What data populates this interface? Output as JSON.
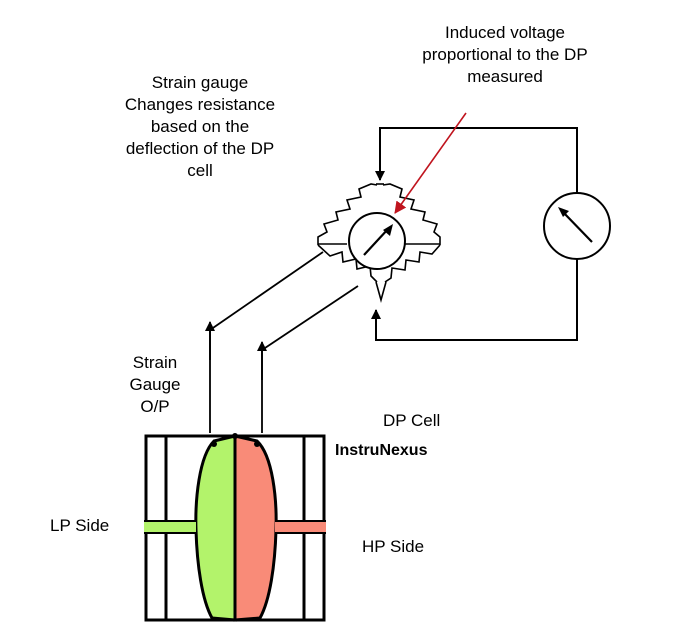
{
  "labels": {
    "induced_voltage": [
      "Induced voltage",
      "proportional to the DP",
      "measured"
    ],
    "strain_gauge_note": [
      "Strain gauge",
      "Changes resistance",
      "based on the",
      "deflection of the DP",
      "cell"
    ],
    "strain_gauge_op": [
      "Strain",
      "Gauge",
      "O/P"
    ],
    "dp_cell": "DP Cell",
    "brand": "InstruNexus",
    "lp_side": "LP Side",
    "hp_side": "HP Side"
  },
  "colors": {
    "lp_fill": "#b3f36b",
    "hp_fill": "#f98b78",
    "pointer_arrow": "#c0141e",
    "line": "#000000"
  },
  "icons": [
    "galvanometer-icon",
    "resistor-icon",
    "arrow-icon"
  ]
}
